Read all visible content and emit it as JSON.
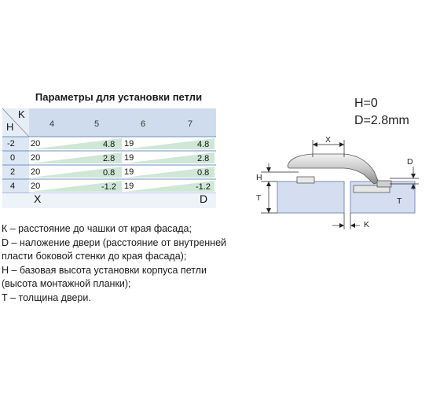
{
  "table": {
    "title": "Параметры для установки петли",
    "corner_k": "K",
    "corner_h": "H",
    "columns": [
      "4",
      "5",
      "6",
      "7"
    ],
    "rows": [
      {
        "h": "-2",
        "x": "20",
        "d1": "4.8",
        "x2": "19",
        "d2": "4.8"
      },
      {
        "h": "0",
        "x": "20",
        "d1": "2.8",
        "x2": "19",
        "d2": "2.8"
      },
      {
        "h": "2",
        "x": "20",
        "d1": "0.8",
        "x2": "19",
        "d2": "0.8"
      },
      {
        "h": "4",
        "x": "20",
        "d1": "-1.2",
        "x2": "19",
        "d2": "-1.2"
      }
    ],
    "footer_x": "X",
    "footer_d": "D"
  },
  "legend": [
    "К – расстояние до чашки от края фасада;",
    "D – наложение двери (расстояние от внутренней",
    "пласти боковой стенки до края фасада);",
    "Н – базовая высота установки корпуса петли",
    "(высота монтажной планки);",
    "Т – толщина двери."
  ],
  "params": {
    "h": "H=0",
    "d": "D=2.8mm"
  },
  "diagram": {
    "label_x": "X",
    "label_h": "H",
    "label_t_left": "T",
    "label_t_right": "T",
    "label_d": "D",
    "label_k": "K"
  },
  "colors": {
    "header_blue": "#cfdcee",
    "row_blue": "#dde7f3",
    "wedge_green": "#cfe7d6",
    "line_blue": "#6f92c4",
    "panel_fill": "#d5def0"
  }
}
